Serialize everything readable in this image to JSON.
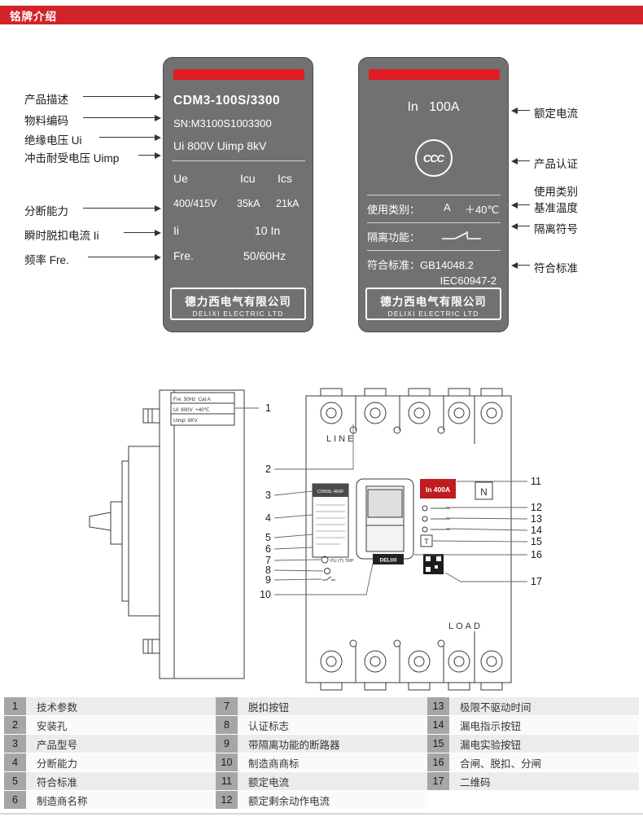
{
  "header": {
    "title": "铭牌介绍",
    "bar_color": "#d2232a"
  },
  "nameplate_left": {
    "model": "CDM3-100S/3300",
    "serial": "SN:M3100S1003300",
    "insulation": "Ui 800V Uimp 8kV",
    "cols": {
      "ue": "Ue",
      "icu": "Icu",
      "ics": "Ics"
    },
    "vals": {
      "ue": "400/415V",
      "icu": "35kA",
      "ics": "21kA"
    },
    "ii_label": "Ii",
    "ii_value": "10 In",
    "fre_label": "Fre.",
    "fre_value": "50/60Hz",
    "company_cn": "德力西电气有限公司",
    "company_en": "DELIXI ELECTRIC LTD"
  },
  "nameplate_right": {
    "rated_current": "In   100A",
    "ccc_mark": "CCC",
    "usage_label": "使用类别：",
    "usage_value": "A",
    "temperature": "＋40℃",
    "isolation_label": "隔离功能：",
    "standard_line": "符合标准：GB14048.2",
    "standard_line2": "IEC60947-2",
    "company_cn": "德力西电气有限公司",
    "company_en": "DELIXI ELECTRIC LTD"
  },
  "left_annotations": [
    {
      "label": "产品描述"
    },
    {
      "label": "物料编码"
    },
    {
      "label": "绝缘电压 Ui"
    },
    {
      "label": "冲击耐受电压 Uimp"
    },
    {
      "label": "分断能力"
    },
    {
      "label": "瞬时脱扣电流 Ii"
    },
    {
      "label": "频率 Fre."
    }
  ],
  "right_annotations": [
    {
      "label": "额定电流"
    },
    {
      "label": "产品认证"
    },
    {
      "label": "使用类别"
    },
    {
      "label": "基准温度"
    },
    {
      "label": "隔离符号"
    },
    {
      "label": "符合标准"
    }
  ],
  "drawing": {
    "side_plate": [
      "Fre: 50Hz  Cat A",
      "Ui: 800V  +40℃",
      "Uimp: 8KV"
    ],
    "line_text": "LINE",
    "load_text": "LOAD",
    "front_label_title": "CDM3L-400F",
    "rated_label": "In 400A",
    "n_label": "N",
    "test_button": "T",
    "trip_text": "PU (T) TRP",
    "brand_text": "DELIXI",
    "callouts": [
      "1",
      "2",
      "3",
      "4",
      "5",
      "6",
      "7",
      "8",
      "9",
      "10",
      "11",
      "12",
      "13",
      "14",
      "15",
      "16",
      "17"
    ]
  },
  "legend": {
    "items": [
      {
        "num": "1",
        "label": "技术参数"
      },
      {
        "num": "2",
        "label": "安装孔"
      },
      {
        "num": "3",
        "label": "产品型号"
      },
      {
        "num": "4",
        "label": "分断能力"
      },
      {
        "num": "5",
        "label": "符合标准"
      },
      {
        "num": "6",
        "label": "制造商名称"
      },
      {
        "num": "7",
        "label": "脱扣按钮"
      },
      {
        "num": "8",
        "label": "认证标志"
      },
      {
        "num": "9",
        "label": "带隔离功能的断路器"
      },
      {
        "num": "10",
        "label": "制造商商标"
      },
      {
        "num": "11",
        "label": "额定电流"
      },
      {
        "num": "12",
        "label": "额定剩余动作电流"
      },
      {
        "num": "13",
        "label": "极限不驱动时间"
      },
      {
        "num": "14",
        "label": "漏电指示按钮"
      },
      {
        "num": "15",
        "label": "漏电实验按钮"
      },
      {
        "num": "16",
        "label": "合闸、脱扣、分闸"
      },
      {
        "num": "17",
        "label": "二维码"
      }
    ]
  }
}
